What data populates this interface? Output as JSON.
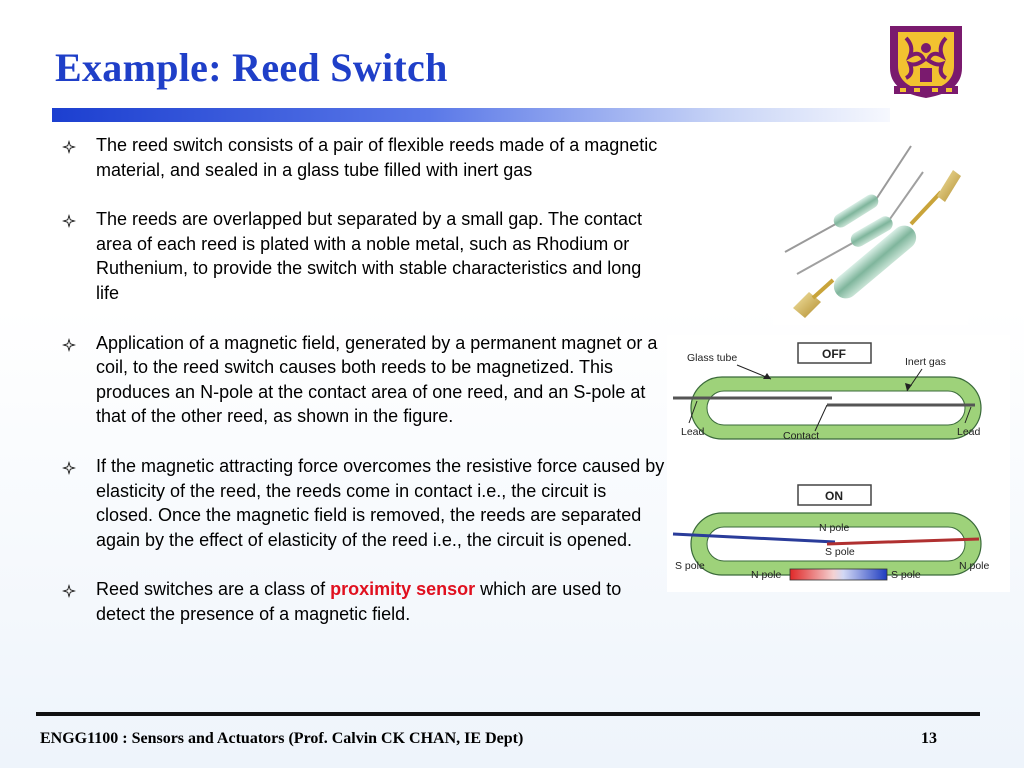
{
  "slide": {
    "title": "Example: Reed Switch",
    "bullets": [
      {
        "pre": "The reed switch consists of a pair of flexible reeds made of a magnetic material, and sealed in a glass tube filled with inert gas",
        "highlight": "",
        "post": ""
      },
      {
        "pre": "The reeds are overlapped but separated by a small gap. The contact area of each reed is plated with a noble metal, such as Rhodium or Ruthenium, to provide the switch with stable characteristics and long life",
        "highlight": "",
        "post": ""
      },
      {
        "pre": "Application of a magnetic field, generated by a permanent magnet or a coil, to the reed switch causes both reeds to be magnetized. This produces an N-pole at the contact area of one reed, and an S-pole at that of the other reed, as shown in the figure.",
        "highlight": "",
        "post": ""
      },
      {
        "pre": "If the magnetic attracting force overcomes the resistive force caused by elasticity of the reed, the reeds come in contact i.e., the circuit is closed. Once the magnetic field is removed, the reeds are separated again by the effect of elasticity of the reed i.e., the circuit is opened.",
        "highlight": "",
        "post": ""
      },
      {
        "pre": "Reed switches are a class of ",
        "highlight": "proximity sensor",
        "post": " which are used to detect the presence of a magnetic field."
      }
    ],
    "footer": "ENGG1100 : Sensors and Actuators (Prof. Calvin CK CHAN, IE Dept)",
    "page_number": "13"
  },
  "diagram": {
    "off_state": "OFF",
    "on_state": "ON",
    "glass_tube": "Glass tube",
    "inert_gas": "Inert gas",
    "lead": "Lead",
    "contact": "Contact",
    "n_pole": "N pole",
    "s_pole": "S pole"
  },
  "colors": {
    "title": "#1f3fc8",
    "highlight": "#e0101f",
    "tube_green": "#9ed27a",
    "magnet_red": "#e03030",
    "magnet_blue": "#2040c0"
  },
  "icons": {
    "bullet": "four-petal-diamond-icon",
    "logo": "university-crest-logo"
  }
}
